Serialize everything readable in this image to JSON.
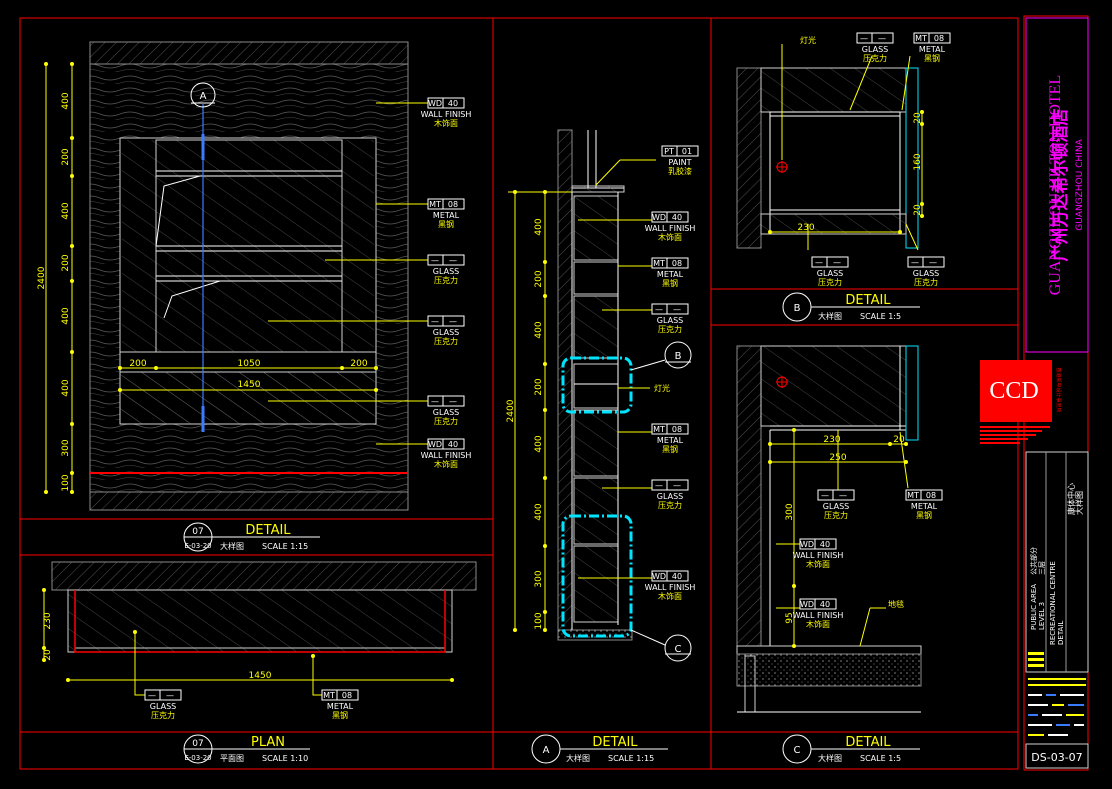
{
  "titles": {
    "detail07": {
      "num": "07",
      "ref": "E-03-20",
      "name": "DETAIL",
      "sub": "大样图",
      "scale": "SCALE  1:15"
    },
    "plan07": {
      "num": "07",
      "ref": "E-03-20",
      "name": "PLAN",
      "sub": "平面图",
      "scale": "SCALE  1:10"
    },
    "detailA": {
      "num": "A",
      "name": "DETAIL",
      "sub": "大样图",
      "scale": "SCALE  1:15"
    },
    "detailB": {
      "num": "B",
      "name": "DETAIL",
      "sub": "大样图",
      "scale": "SCALE  1:5"
    },
    "detailC": {
      "num": "C",
      "name": "DETAIL",
      "sub": "大样图",
      "scale": "SCALE  1:5"
    }
  },
  "elevation": {
    "section_marker": "A",
    "overall": "2400",
    "vdims": [
      "400",
      "200",
      "400",
      "200",
      "400",
      "400",
      "300",
      "100"
    ],
    "hdims": [
      "200",
      "1050",
      "200"
    ],
    "width": "1450"
  },
  "tags": {
    "wd": {
      "code": "WD",
      "num": "40",
      "l1": "WALL FINISH",
      "l2": "木饰面"
    },
    "mt": {
      "code": "MT",
      "num": "08",
      "l1": "METAL",
      "l2": "黑钢"
    },
    "gl": {
      "code": "—",
      "num": "—",
      "l1": "GLASS",
      "l2": "压克力"
    },
    "pt": {
      "code": "PT",
      "num": "01",
      "l1": "PAINT",
      "l2": "乳胶漆"
    }
  },
  "plan": {
    "d1": "230",
    "d2": "20",
    "width": "1450"
  },
  "section": {
    "overall": "2400",
    "vdims": [
      "400",
      "200",
      "400",
      "200",
      "400",
      "400",
      "300",
      "100"
    ],
    "marker_b": "B",
    "marker_c": "C",
    "light": "灯光"
  },
  "detailB": {
    "light": "灯光",
    "d_top": "20",
    "d_mid": "160",
    "d_bot": "20",
    "d_w": "230"
  },
  "detailC": {
    "d1": "230",
    "d2": "20",
    "d3": "250",
    "d4": "300",
    "d5": "95",
    "note": "地毯"
  },
  "titleblock": {
    "project_cn": "广州万达希尔顿酒店",
    "project_en": "GUANGZHOU HILTON HOTEL",
    "city": "GUANGZHOU CHINA",
    "logo": "CCD",
    "logo_sub": "香港郑中设计事务所",
    "area_en1": "PUBLIC AREA",
    "area_en2": "LEVEL 3",
    "area_cn1": "公共部分",
    "area_cn2": "三层",
    "dwg_en1": "RECREATIONAL CENTRE",
    "dwg_en2": "DETAIL",
    "dwg_cn1": "康体中心",
    "dwg_cn2": "大样图",
    "dwg_no": "DS-03-07"
  },
  "colors": {
    "frame": "#ff0000",
    "dim": "#ffff00",
    "accent": "#00e5ff",
    "brand": "#ff00ff",
    "logo_bg": "#ff0000"
  }
}
